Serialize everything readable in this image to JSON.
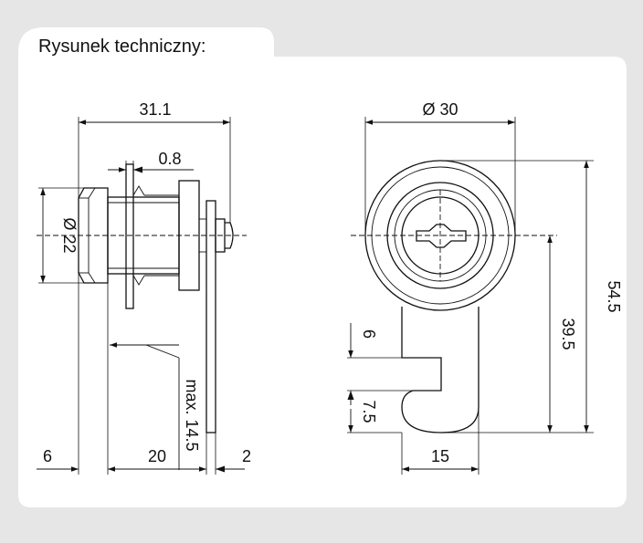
{
  "header": {
    "title": "Rysunek techniczny:"
  },
  "side_view": {
    "dim_total_length": "31.1",
    "dim_washer": "0.8",
    "dim_diameter": "Ø 22",
    "dim_front": "6",
    "dim_body": "20",
    "dim_max": "max. 14.5",
    "dim_plate": "2"
  },
  "front_view": {
    "dim_diameter": "Ø 30",
    "dim_total_height": "54.5",
    "dim_cam_length": "39.5",
    "dim_slot": "6",
    "dim_tip": "7.5",
    "dim_cam_width": "15"
  }
}
